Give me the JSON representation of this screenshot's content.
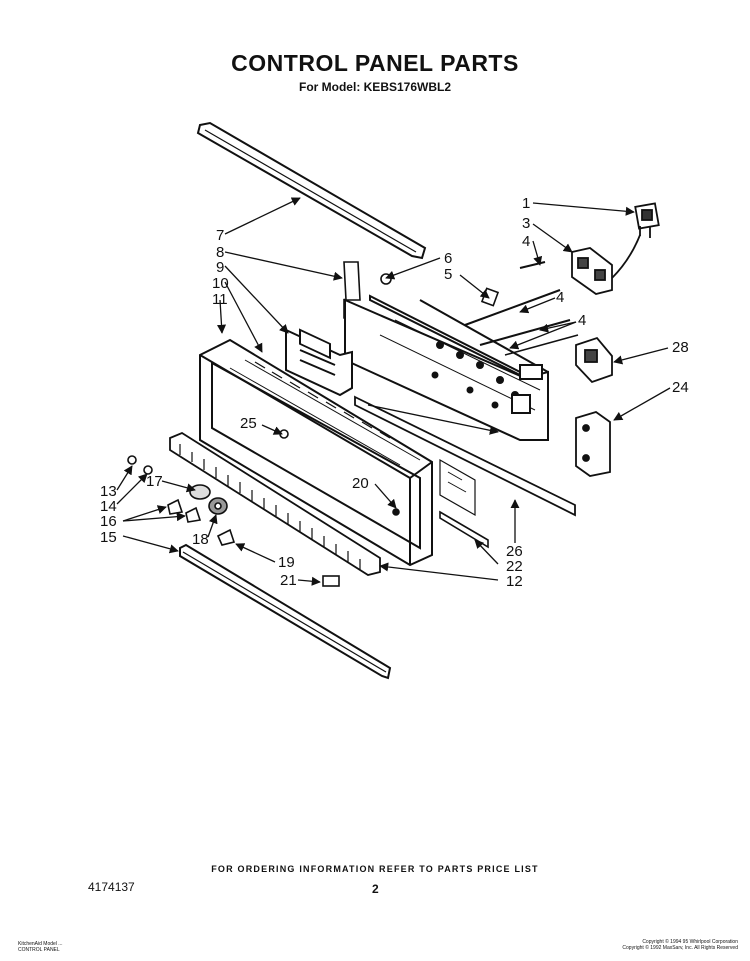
{
  "header": {
    "title": "CONTROL PANEL PARTS",
    "model": "For Model: KEBS176WBL2"
  },
  "footer": {
    "ordering": "FOR ORDERING INFORMATION REFER TO PARTS PRICE LIST",
    "page": "2",
    "part_number": "4174137",
    "left_small_1": "KitchenAid Model ...",
    "left_small_2": "CONTROL PANEL",
    "right_small_1": "Copyright © 1994 95 Whirlpool Corporation",
    "right_small_2": "Copyright © 1992 MaxSarv, Inc. All Rights Reserved"
  },
  "callouts": {
    "c1": "1",
    "c3": "3",
    "c4a": "4",
    "c4b": "4",
    "c4c": "4",
    "c5": "5",
    "c6": "6",
    "c7": "7",
    "c8": "8",
    "c9": "9",
    "c10": "10",
    "c11": "11",
    "c12": "12",
    "c13": "13",
    "c14": "14",
    "c15": "15",
    "c16": "16",
    "c17": "17",
    "c18": "18",
    "c19": "19",
    "c20": "20",
    "c21": "21",
    "c22": "22",
    "c24": "24",
    "c25": "25",
    "c26": "26",
    "c28": "28"
  }
}
